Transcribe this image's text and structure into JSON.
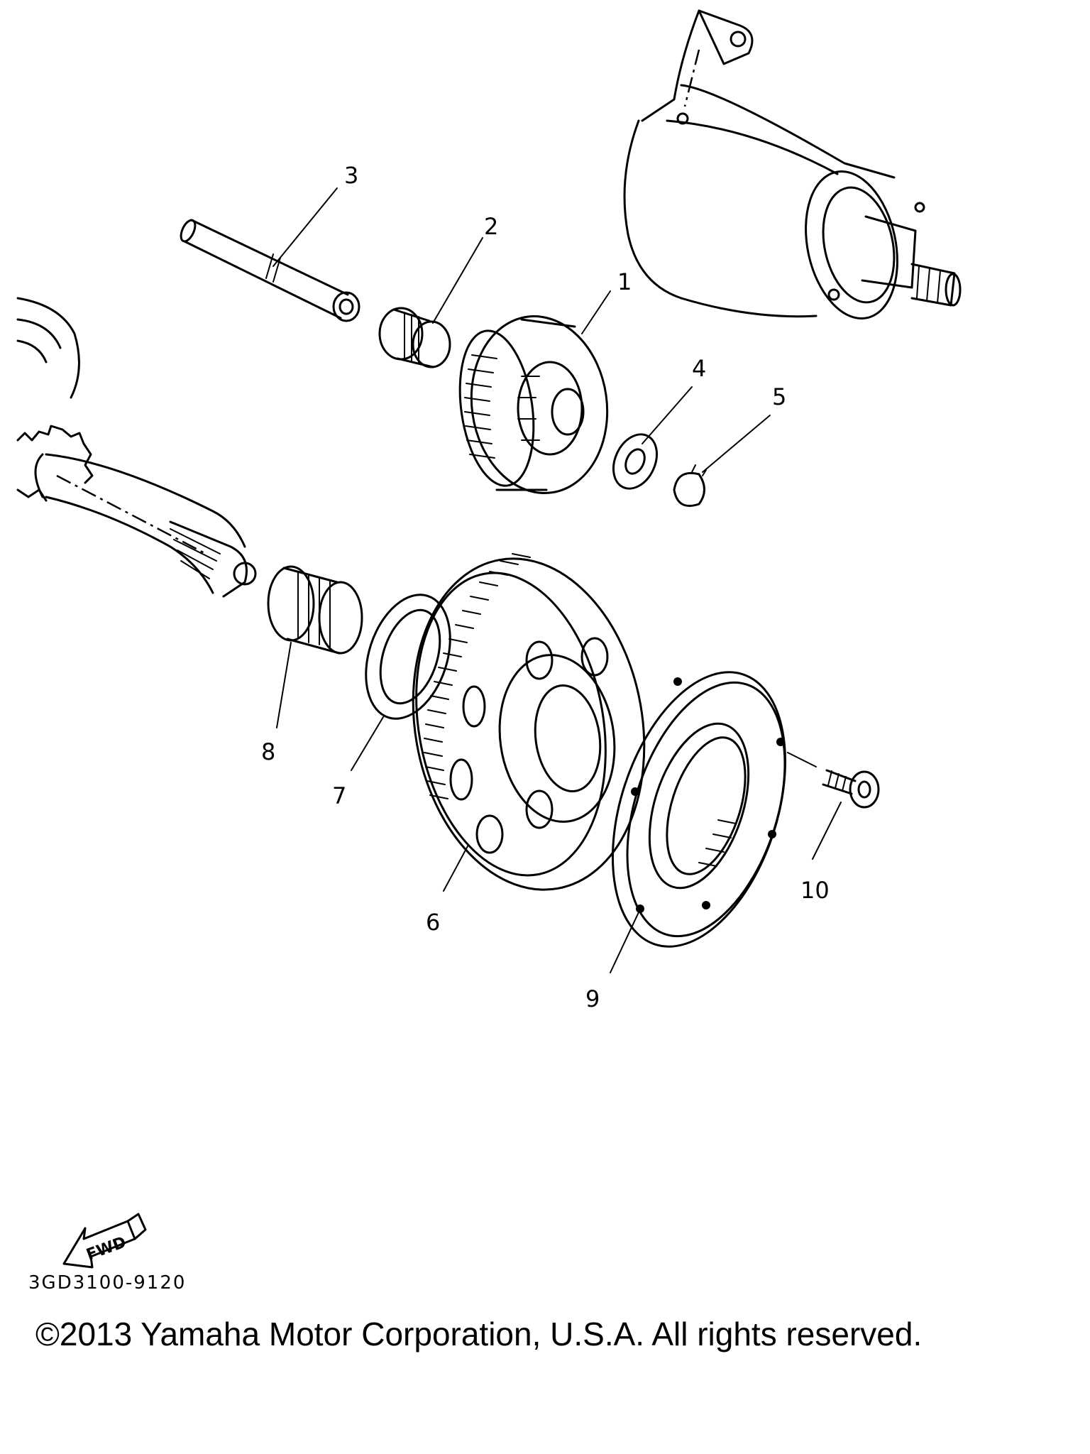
{
  "diagram": {
    "callouts": [
      {
        "id": "1",
        "label": "1"
      },
      {
        "id": "2",
        "label": "2"
      },
      {
        "id": "3",
        "label": "3"
      },
      {
        "id": "4",
        "label": "4"
      },
      {
        "id": "5",
        "label": "5"
      },
      {
        "id": "6",
        "label": "6"
      },
      {
        "id": "7",
        "label": "7"
      },
      {
        "id": "8",
        "label": "8"
      },
      {
        "id": "9",
        "label": "9"
      },
      {
        "id": "10",
        "label": "10"
      }
    ],
    "direction_label": "FWD",
    "figure_code": "3GD3100-9120"
  },
  "footer": {
    "copyright": "©2013 Yamaha Motor Corporation, U.S.A. All rights reserved."
  },
  "colors": {
    "ink": "#000000",
    "paper": "#ffffff"
  }
}
